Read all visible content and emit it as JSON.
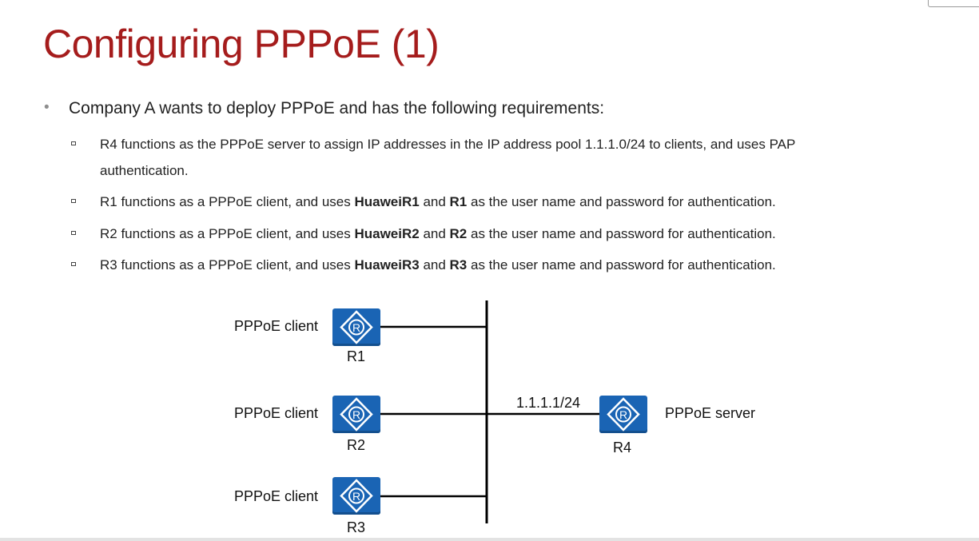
{
  "slide": {
    "title": "Configuring PPPoE (1)",
    "intro": "Company A wants to deploy PPPoE and has the following requirements:",
    "requirements": [
      {
        "line1": "R4 functions as the PPPoE server to assign IP addresses in the IP address pool 1.1.1.0/24 to clients, and uses PAP",
        "line2": "authentication."
      },
      {
        "before": "R1 functions as a PPPoE client, and uses ",
        "user": "HuaweiR1",
        "mid": " and ",
        "password": "R1",
        "after": " as the user name and password for authentication."
      },
      {
        "before": "R2 functions as a PPPoE client, and uses ",
        "user": "HuaweiR2",
        "mid": " and ",
        "password": "R2",
        "after": " as the user name and password for authentication."
      },
      {
        "before": "R3 functions as a PPPoE client, and uses ",
        "user": "HuaweiR3",
        "mid": " and ",
        "password": "R3",
        "after": " as the user name and password for authentication."
      }
    ]
  },
  "topology": {
    "routers": [
      {
        "name": "R1",
        "role": "PPPoE client"
      },
      {
        "name": "R2",
        "role": "PPPoE client"
      },
      {
        "name": "R3",
        "role": "PPPoE client"
      },
      {
        "name": "R4",
        "role": "PPPoE server"
      }
    ],
    "server_ip": "1.1.1.1/24",
    "router_icon": "router-icon",
    "router_color": "#1a64b4",
    "title_color": "#a51c1c"
  }
}
